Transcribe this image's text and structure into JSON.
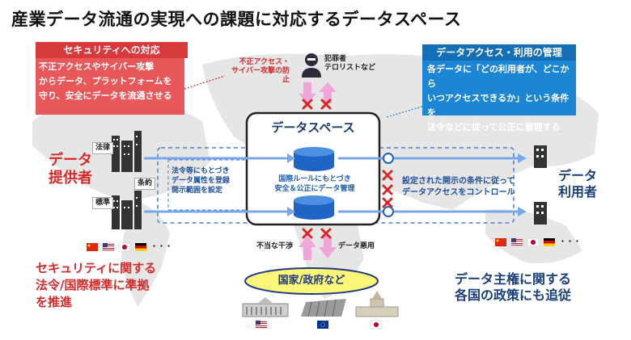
{
  "title": "産業データ流通の実現への課題に対応するデータスペース",
  "security_box": {
    "header": "セキュリティへの対応",
    "lines": [
      "不正アクセスやサイバー攻撃",
      "からデータ、プラットフォームを",
      "守り、安全にデータを流通させる"
    ]
  },
  "access_box": {
    "header": "データアクセス・利用の管理",
    "lines": [
      "各データに「どの利用者が、どこから",
      "いつアクセスできるか」という条件を",
      "法令などに従って公正に管理する"
    ]
  },
  "attack_note": {
    "lines": [
      "不正アクセス・",
      "サイバー攻撃の防止"
    ]
  },
  "criminal_label": {
    "lines": [
      "犯罪者",
      "テロリストなど"
    ]
  },
  "dataspace_title": "データスペース",
  "center_text": {
    "lines": [
      "国際ルールにもとづき",
      "安全＆公正にデータ管理"
    ]
  },
  "left_condition": {
    "lines": [
      "法令等にもとづき",
      "データ属性を登録",
      "開示範囲を設定"
    ]
  },
  "right_condition": {
    "lines": [
      "設定された開示の条件に従って",
      "データアクセスをコントロール"
    ]
  },
  "provider_label": {
    "lines": [
      "データ",
      "提供者"
    ]
  },
  "user_label": {
    "lines": [
      "データ",
      "利用者"
    ]
  },
  "tag_law": "法律",
  "tag_contract": "条約",
  "tag_standard": "標準",
  "interference": "不当な干渉",
  "misuse": "データ悪用",
  "government": "国家/政府など",
  "bottom_left": {
    "lines": [
      "セキュリティに関する",
      "法令/国際標準に準拠",
      "を推進"
    ]
  },
  "bottom_right": {
    "lines": [
      "データ主権に関する",
      "各国の政策にも追従"
    ]
  },
  "ellipsis": "・・・",
  "colors": {
    "red": "#e8585a",
    "blue": "#1d86d4",
    "navy": "#1a3f7a",
    "cross": "#d62828",
    "pink": "#f0a6d8",
    "yellow": "#fbf57a"
  }
}
